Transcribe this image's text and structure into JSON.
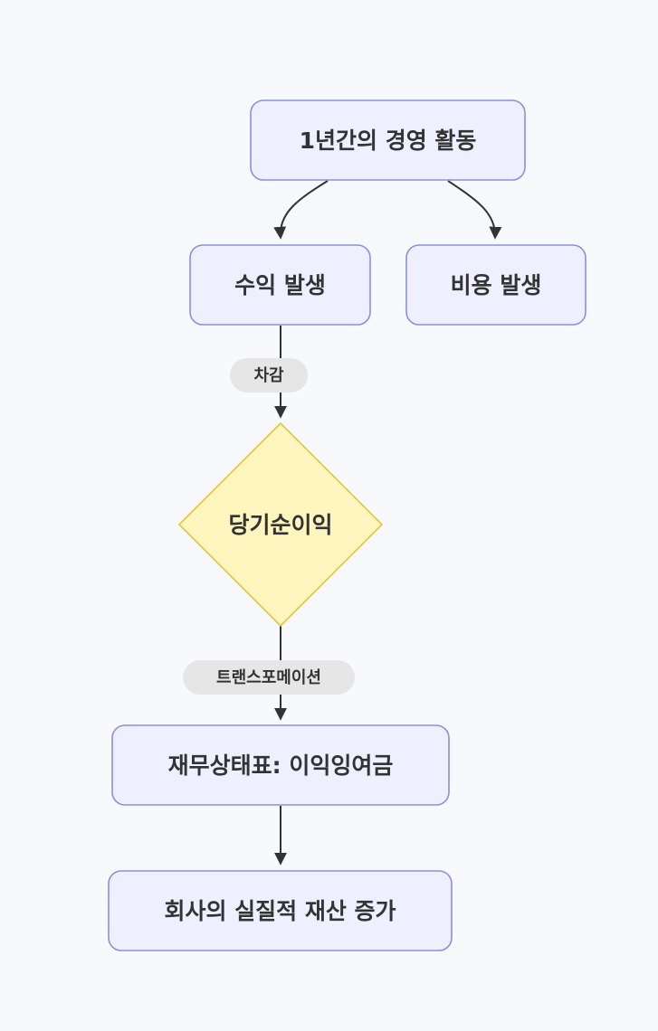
{
  "nodes": {
    "activity": "1년간의 경영 활동",
    "revenue": "수익 발생",
    "expense": "비용 발생",
    "net_income": "당기순이익",
    "retained_earnings": "재무상태표: 이익잉여금",
    "wealth_increase": "회사의 실질적 재산 증가"
  },
  "edges": {
    "deduct": "차감",
    "transfer": "트랜스포메이션"
  },
  "colors": {
    "background": "#f8f9fc",
    "node_fill": "#eef0ff",
    "node_stroke": "#8a8fe0",
    "decision_fill": "#fff6bf",
    "decision_stroke": "#e4c53a",
    "edge_color": "#333333",
    "edge_label_bg": "#e6e6e6"
  }
}
